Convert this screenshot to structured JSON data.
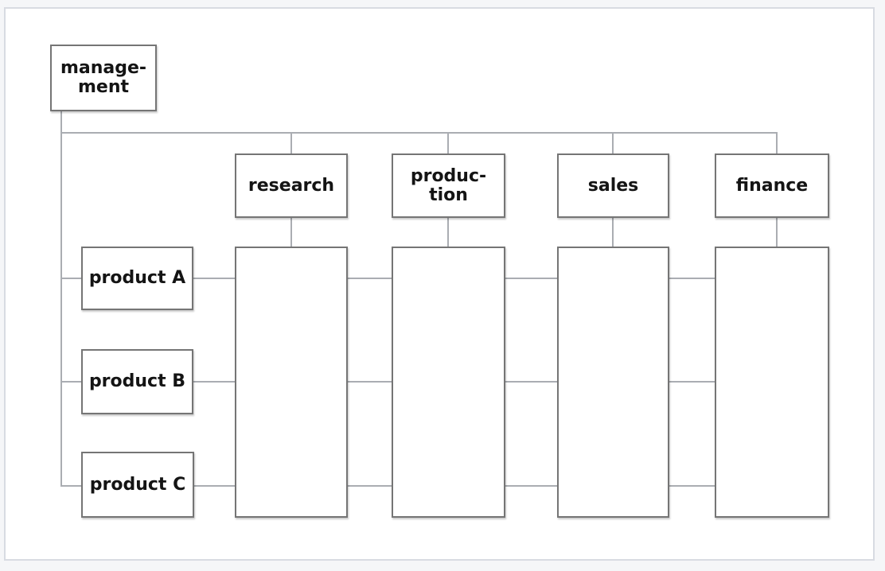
{
  "diagram": {
    "kind": "matrix-organization-chart",
    "management": {
      "label": "manage-\nment"
    },
    "departments": [
      {
        "id": "research",
        "label": "research"
      },
      {
        "id": "production",
        "label": "produc-\ntion"
      },
      {
        "id": "sales",
        "label": "sales"
      },
      {
        "id": "finance",
        "label": "finance"
      }
    ],
    "products": [
      {
        "id": "product-a",
        "label": "product A"
      },
      {
        "id": "product-b",
        "label": "product B"
      },
      {
        "id": "product-c",
        "label": "product C"
      }
    ],
    "colors": {
      "page_bg": "#f5f6f8",
      "canvas_bg": "#ffffff",
      "frame_border": "#d8dbe2",
      "box_border": "#757575",
      "connector": "#aaadb2",
      "text": "#141414"
    }
  }
}
